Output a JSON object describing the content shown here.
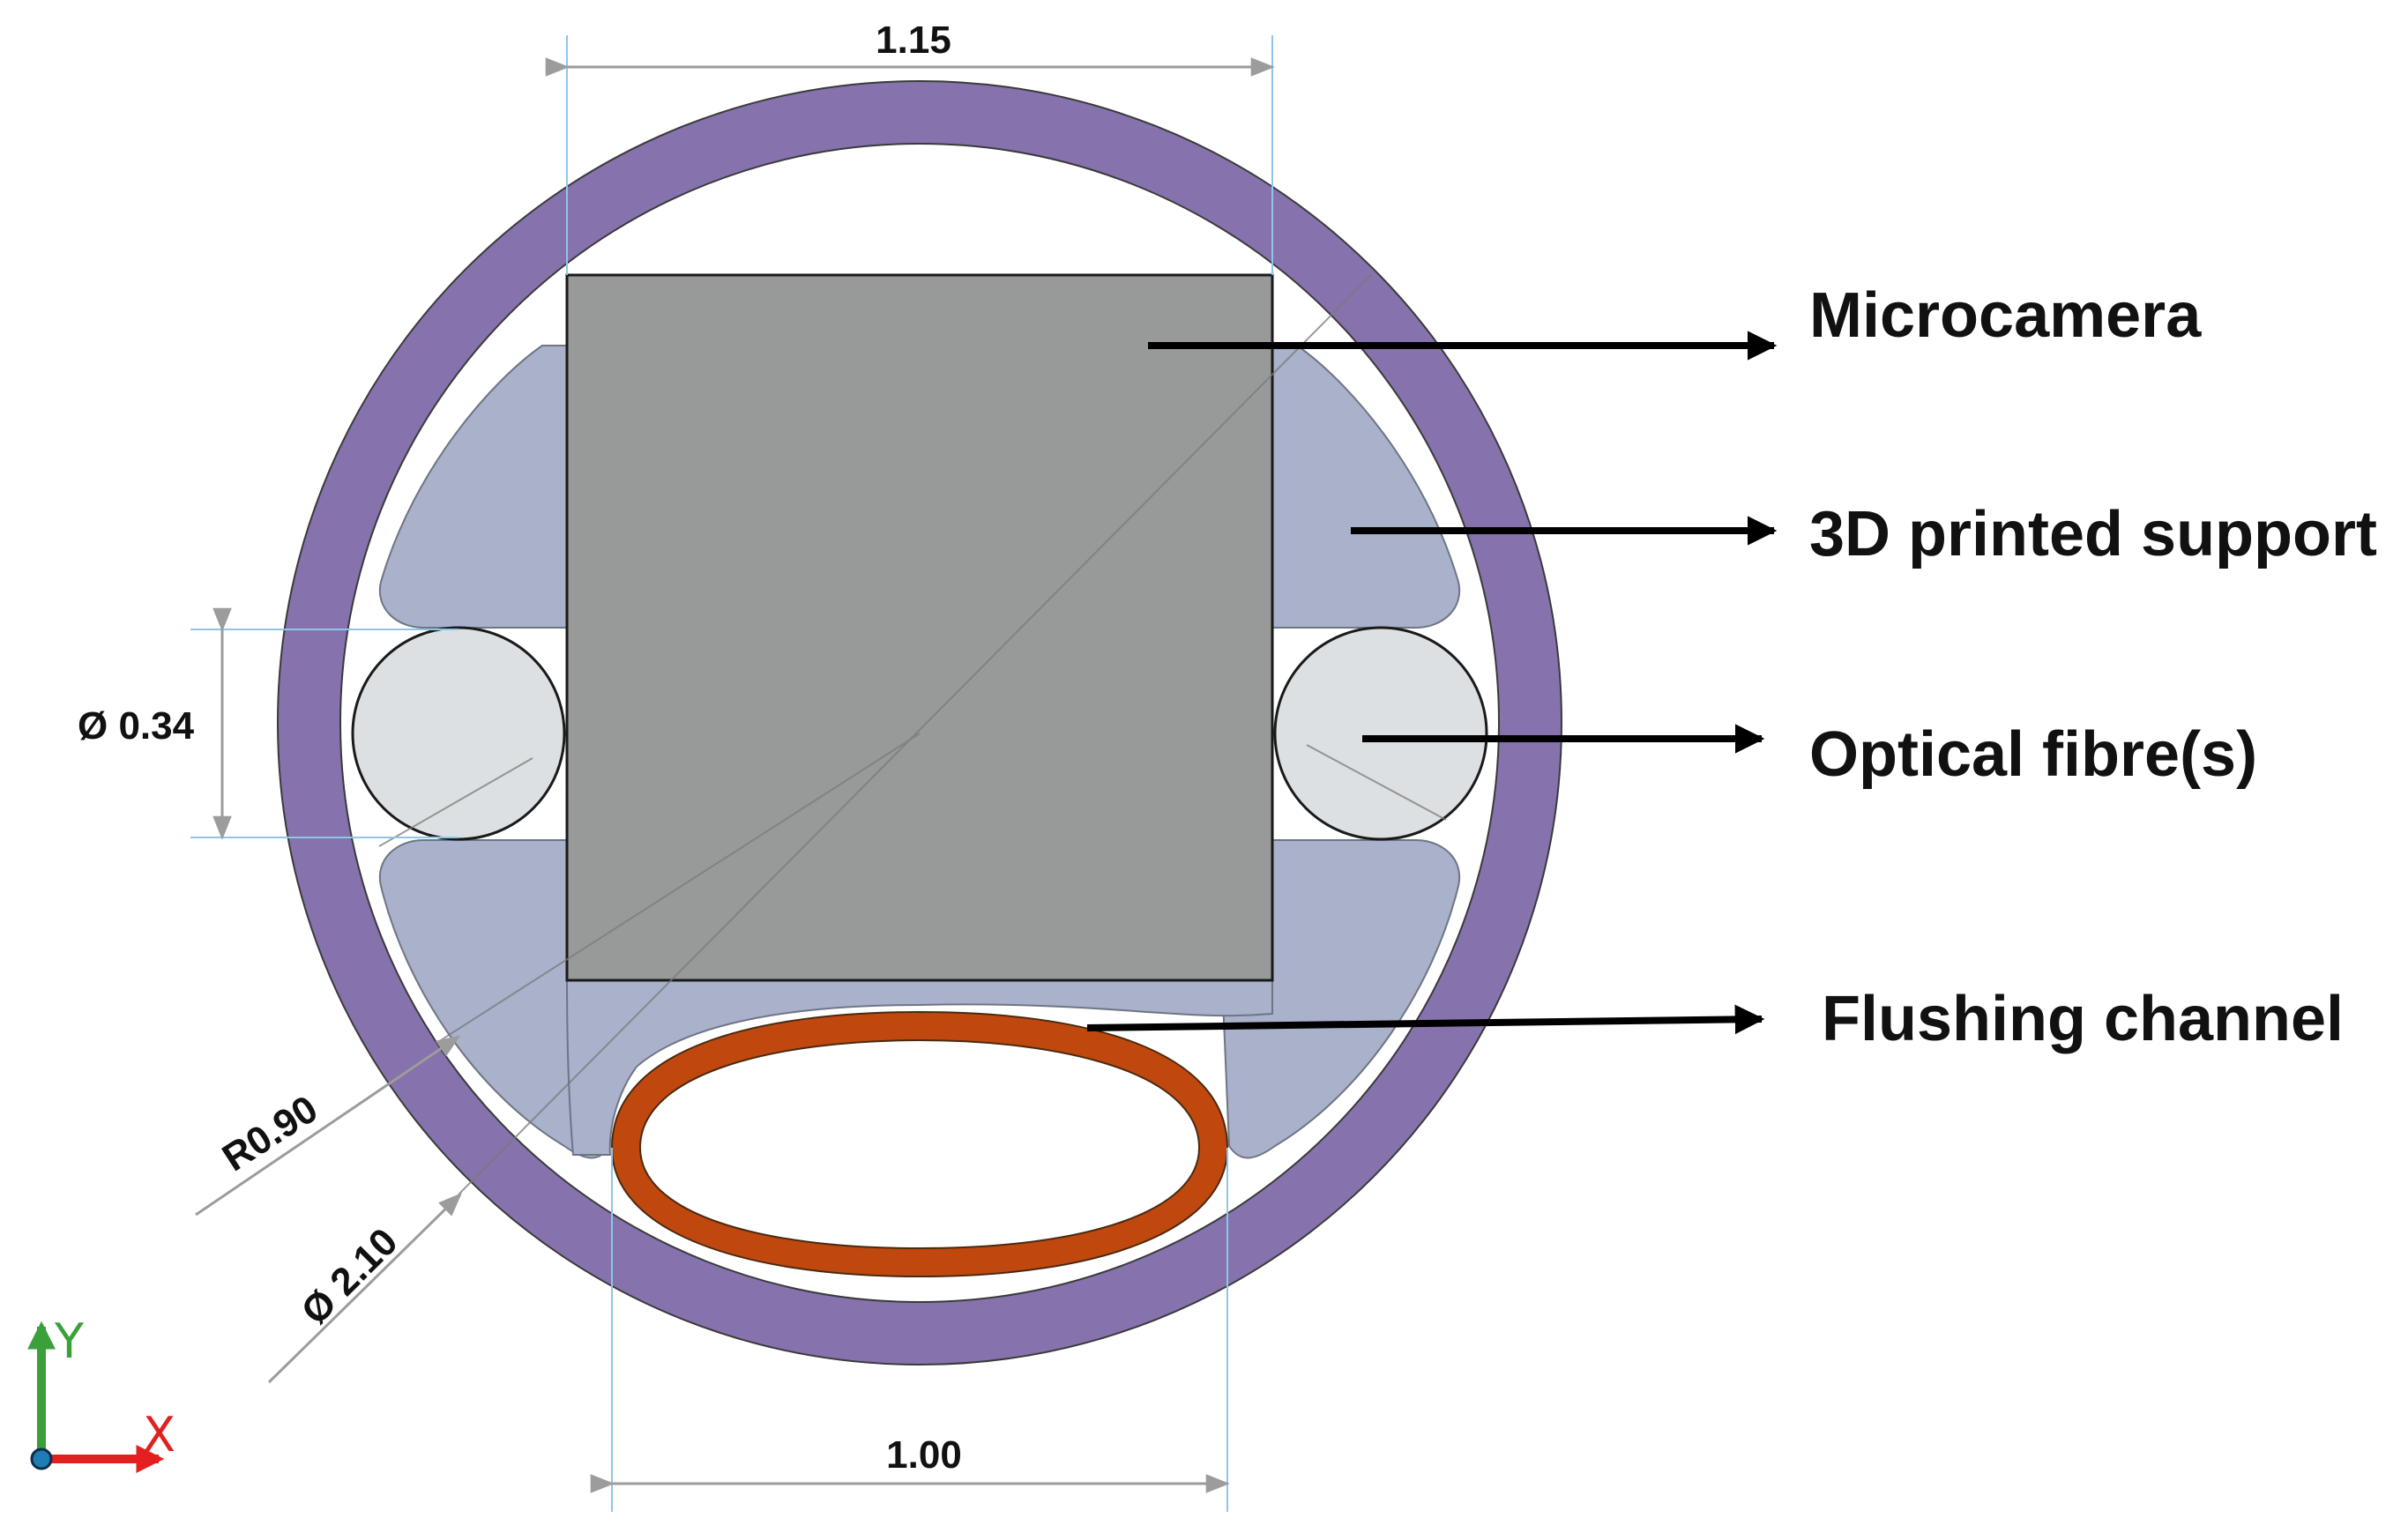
{
  "diagram": {
    "dimensions": {
      "top_width": "1.15",
      "bottom_width": "1.00",
      "fibre_diameter": "Ø 0.34",
      "inner_radius": "R0.90",
      "outer_diameter": "Ø 2.10"
    },
    "labels": {
      "microcamera": "Microcamera",
      "support": "3D printed support",
      "fibre": "Optical fibre(s)",
      "channel": "Flushing channel"
    },
    "axes": {
      "y": "Y",
      "x": "X"
    },
    "colors": {
      "outer_sheath": "#8672ad",
      "support": "#a9b1cb",
      "camera": "#989a9a",
      "fibre": "#dde0e2",
      "channel": "#c0480f",
      "dim_line": "#9c9c9c",
      "extension_line": "#8fc5e6",
      "axis_y": "#3aa13a",
      "axis_x": "#e32020",
      "origin": "#1f7cb4"
    }
  }
}
